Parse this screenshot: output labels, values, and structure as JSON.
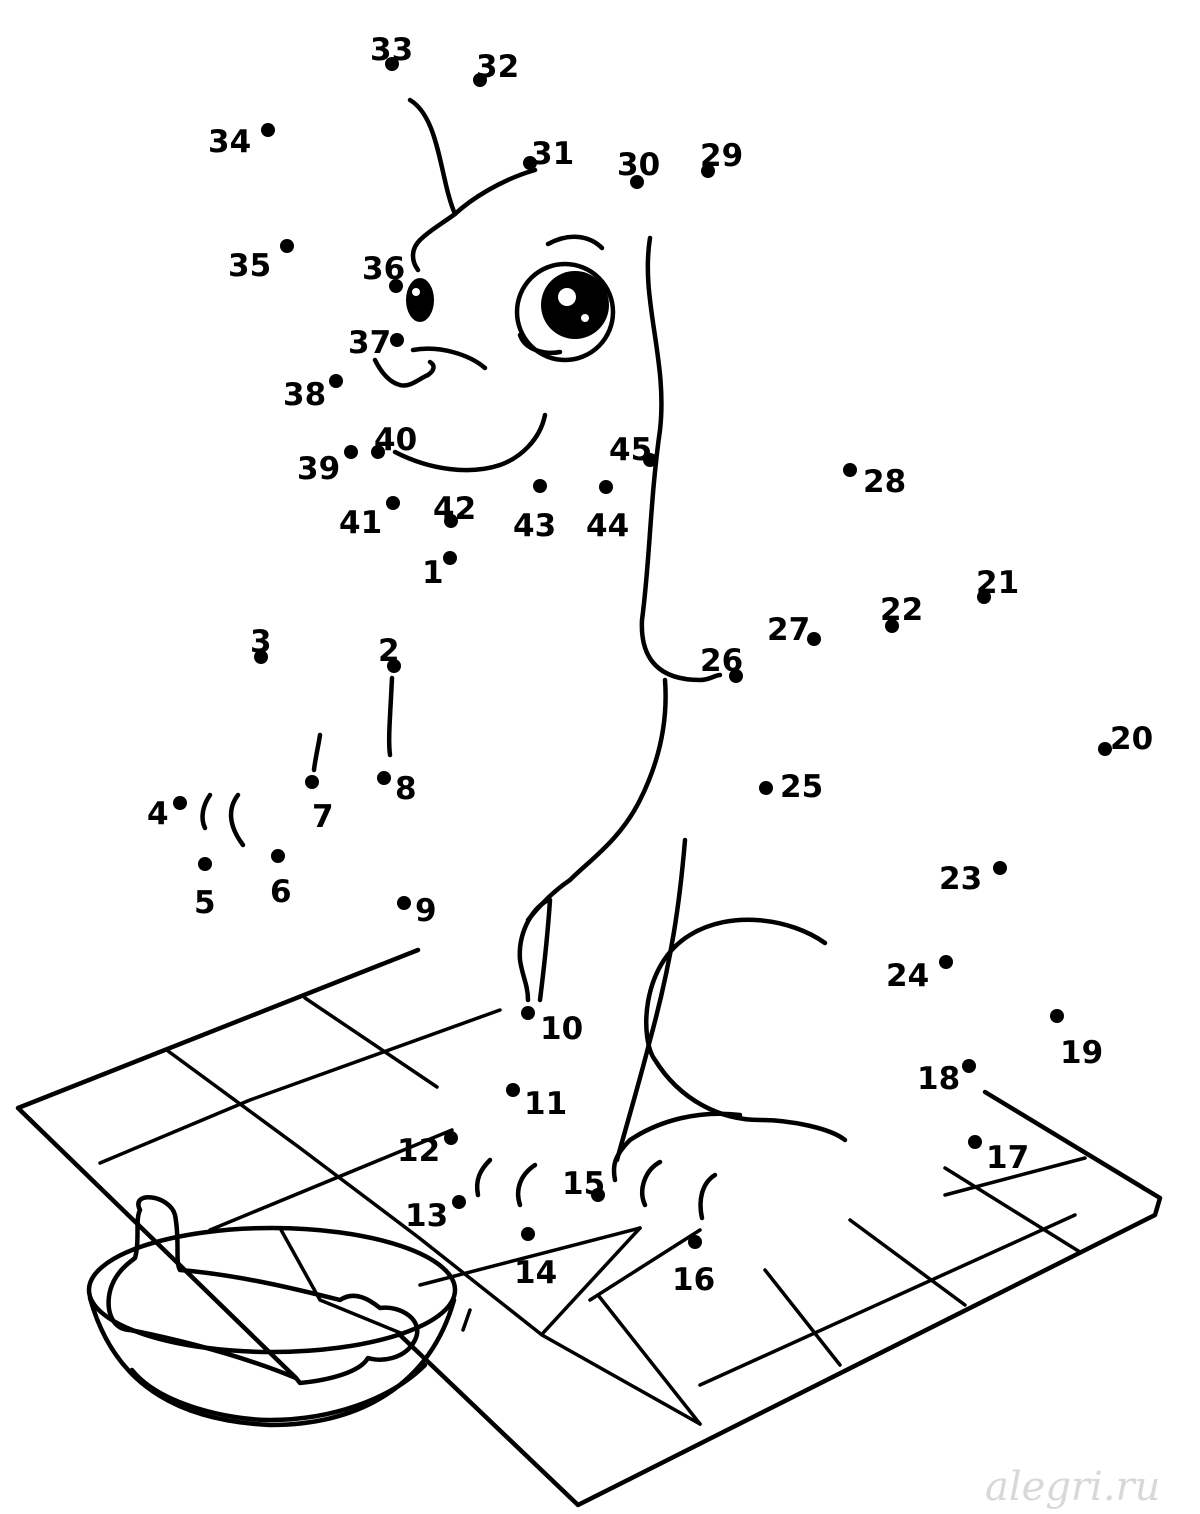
{
  "puzzle": {
    "dots": [
      {
        "n": "1"
      },
      {
        "n": "2"
      },
      {
        "n": "3"
      },
      {
        "n": "4"
      },
      {
        "n": "5"
      },
      {
        "n": "6"
      },
      {
        "n": "7"
      },
      {
        "n": "8"
      },
      {
        "n": "9"
      },
      {
        "n": "10"
      },
      {
        "n": "11"
      },
      {
        "n": "12"
      },
      {
        "n": "13"
      },
      {
        "n": "14"
      },
      {
        "n": "15"
      },
      {
        "n": "16"
      },
      {
        "n": "17"
      },
      {
        "n": "18"
      },
      {
        "n": "19"
      },
      {
        "n": "20"
      },
      {
        "n": "21"
      },
      {
        "n": "22"
      },
      {
        "n": "23"
      },
      {
        "n": "24"
      },
      {
        "n": "25"
      },
      {
        "n": "26"
      },
      {
        "n": "27"
      },
      {
        "n": "28"
      },
      {
        "n": "29"
      },
      {
        "n": "30"
      },
      {
        "n": "31"
      },
      {
        "n": "32"
      },
      {
        "n": "33"
      },
      {
        "n": "34"
      },
      {
        "n": "35"
      },
      {
        "n": "36"
      },
      {
        "n": "37"
      },
      {
        "n": "38"
      },
      {
        "n": "39"
      },
      {
        "n": "40"
      },
      {
        "n": "41"
      },
      {
        "n": "42"
      },
      {
        "n": "43"
      },
      {
        "n": "44"
      },
      {
        "n": "45"
      }
    ]
  },
  "watermark": "alegri.ru",
  "colors": {
    "ink": "#000000",
    "paper": "#ffffff",
    "watermark": "#d8d8d8"
  }
}
